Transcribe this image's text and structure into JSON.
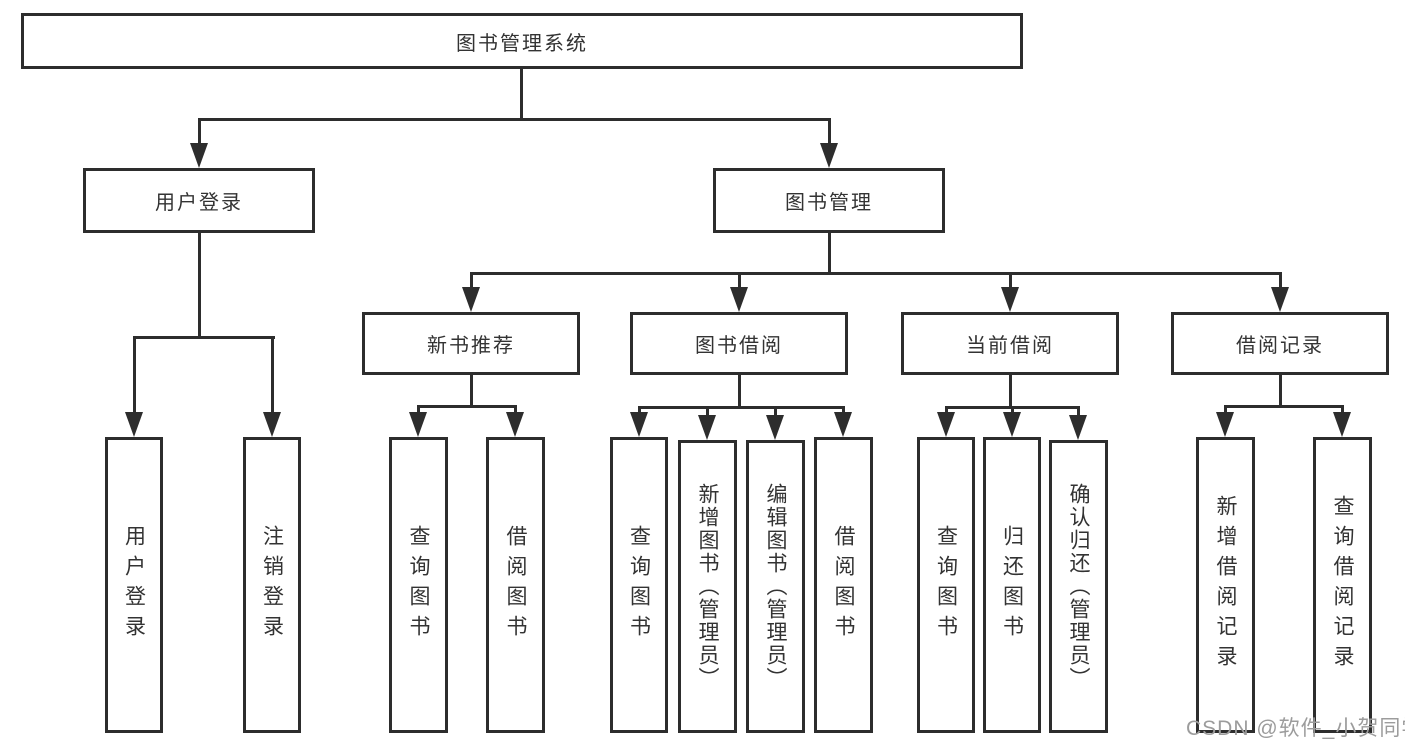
{
  "diagram": {
    "title": "图书管理系统",
    "root": {
      "label": "图书管理系统"
    },
    "level2": [
      {
        "label": "用户登录"
      },
      {
        "label": "图书管理"
      }
    ],
    "level3": [
      {
        "label": "新书推荐"
      },
      {
        "label": "图书借阅"
      },
      {
        "label": "当前借阅"
      },
      {
        "label": "借阅记录"
      }
    ],
    "leaves": {
      "user_login": [
        {
          "label": "用户登录"
        },
        {
          "label": "注销登录"
        }
      ],
      "new_book": [
        {
          "label": "查询图书"
        },
        {
          "label": "借阅图书"
        }
      ],
      "book_borrow": [
        {
          "label": "查询图书"
        },
        {
          "label": "新增图书（管理员）"
        },
        {
          "label": "编辑图书（管理员）"
        },
        {
          "label": "借阅图书"
        }
      ],
      "current_borrow": [
        {
          "label": "查询图书"
        },
        {
          "label": "归还图书"
        },
        {
          "label": "确认归还（管理员）"
        }
      ],
      "borrow_records": [
        {
          "label": "新增借阅记录"
        },
        {
          "label": "查询借阅记录"
        }
      ]
    }
  },
  "watermark": {
    "text": "CSDN @软件_小贺同学"
  },
  "colors": {
    "line": "#2d2d2d",
    "text": "#333333",
    "watermark": "#9c9c9c",
    "background": "#ffffff"
  }
}
